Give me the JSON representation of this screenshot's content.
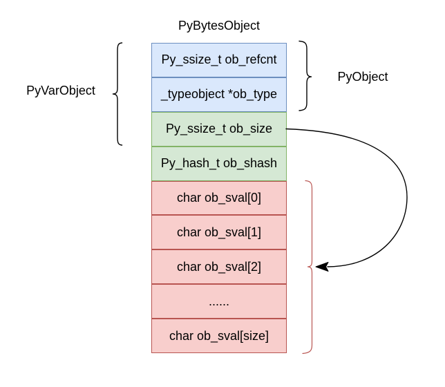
{
  "diagram": {
    "title": "PyBytesObject",
    "left_label": "PyVarObject",
    "right_label": "PyObject",
    "rows": [
      {
        "label": "Py_ssize_t ob_refcnt",
        "color": "blue"
      },
      {
        "label": "_typeobject *ob_type",
        "color": "blue"
      },
      {
        "label": "Py_ssize_t ob_size",
        "color": "green"
      },
      {
        "label": "Py_hash_t ob_shash",
        "color": "green"
      },
      {
        "label": "char ob_sval[0]",
        "color": "red"
      },
      {
        "label": "char ob_sval[1]",
        "color": "red"
      },
      {
        "label": "char ob_sval[2]",
        "color": "red"
      },
      {
        "label": "......",
        "color": "red"
      },
      {
        "label": "char ob_sval[size]",
        "color": "red"
      }
    ],
    "colors": {
      "blue_fill": "#dae8fc",
      "blue_stroke": "#6c8ebf",
      "green_fill": "#d5e8d4",
      "green_stroke": "#82b366",
      "red_fill": "#f8cecc",
      "red_stroke": "#b85450",
      "line": "#000000"
    }
  }
}
